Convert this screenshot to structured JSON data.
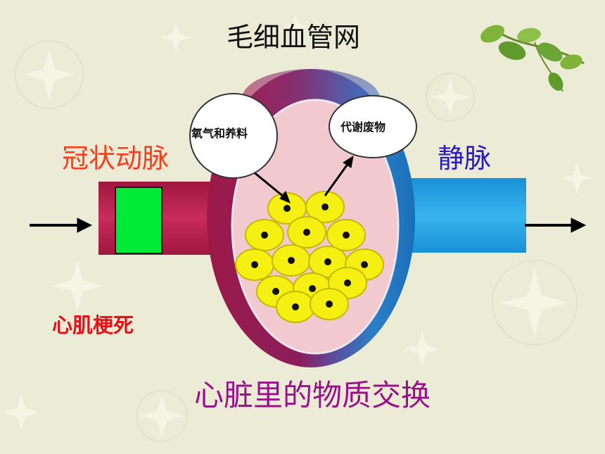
{
  "title": "毛细血管网",
  "labels": {
    "artery": "冠状动脉",
    "vein": "静脉",
    "infarction": "心肌梗死",
    "exchange": "心脏里的物质交换"
  },
  "bubbles": {
    "oxygen_nutrients": "氧气和养料",
    "metabolic_waste": "代谢废物"
  },
  "colors": {
    "artery": "#b8204e",
    "vein": "#2aa0dc",
    "blockage": "#00ea38",
    "cells": "#f5f012",
    "tissue": "#f2c9cf"
  },
  "cell_count": 15
}
